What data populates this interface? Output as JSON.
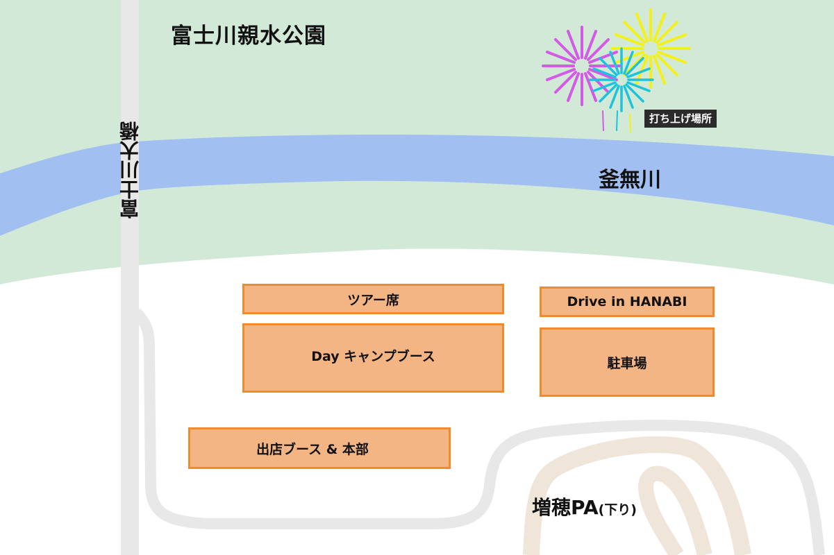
{
  "map": {
    "park_title": "富士川親水公園",
    "river_name": "釜無川",
    "bridge_name": "富士川大橋",
    "launch_site_label": "打ち上げ場所",
    "parking_area_label": "増穂PA",
    "parking_area_sub": "(下り)",
    "zones": [
      {
        "id": "tour-seats",
        "label": "ツアー席"
      },
      {
        "id": "day-camp-booth",
        "label": "Day キャンプブース"
      },
      {
        "id": "vendor-booth-hq",
        "label": "出店ブース & 本部"
      },
      {
        "id": "drive-in-hanabi",
        "label": "Drive in HANABI"
      },
      {
        "id": "parking",
        "label": "駐車場"
      }
    ],
    "colors": {
      "grass": "#d3e9d8",
      "river": "#a1c0f1",
      "road": "#e8e8e8",
      "ramp": "#efe5d8",
      "zone_fill": "#f4b584",
      "zone_border": "#f08a2c",
      "firework_magenta": "#d25ae6",
      "firework_yellow": "#f5f212",
      "firework_cyan": "#1cc3dc"
    }
  }
}
